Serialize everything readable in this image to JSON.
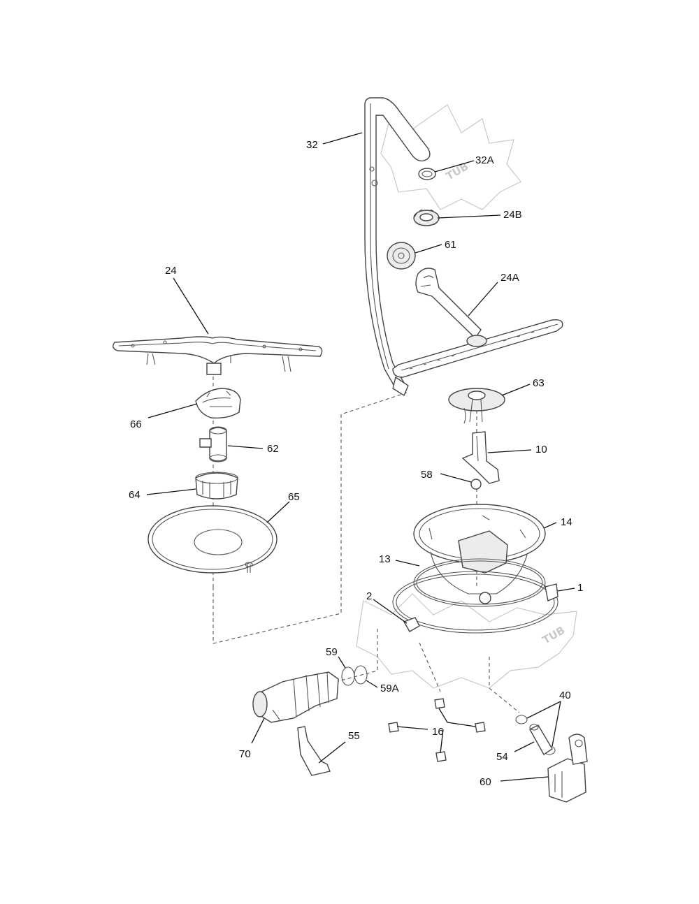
{
  "watermarks": [
    "TUB",
    "TUB"
  ],
  "callouts": [
    {
      "id": "32",
      "label": "32"
    },
    {
      "id": "32A",
      "label": "32A"
    },
    {
      "id": "24B",
      "label": "24B"
    },
    {
      "id": "61",
      "label": "61"
    },
    {
      "id": "24A",
      "label": "24A"
    },
    {
      "id": "24",
      "label": "24"
    },
    {
      "id": "63",
      "label": "63"
    },
    {
      "id": "66",
      "label": "66"
    },
    {
      "id": "62",
      "label": "62"
    },
    {
      "id": "10",
      "label": "10"
    },
    {
      "id": "58",
      "label": "58"
    },
    {
      "id": "64",
      "label": "64"
    },
    {
      "id": "65",
      "label": "65"
    },
    {
      "id": "14",
      "label": "14"
    },
    {
      "id": "13",
      "label": "13"
    },
    {
      "id": "1",
      "label": "1"
    },
    {
      "id": "2",
      "label": "2"
    },
    {
      "id": "59",
      "label": "59"
    },
    {
      "id": "59A",
      "label": "59A"
    },
    {
      "id": "40",
      "label": "40"
    },
    {
      "id": "16",
      "label": "16"
    },
    {
      "id": "70",
      "label": "70"
    },
    {
      "id": "55",
      "label": "55"
    },
    {
      "id": "54",
      "label": "54"
    },
    {
      "id": "60",
      "label": "60"
    }
  ]
}
